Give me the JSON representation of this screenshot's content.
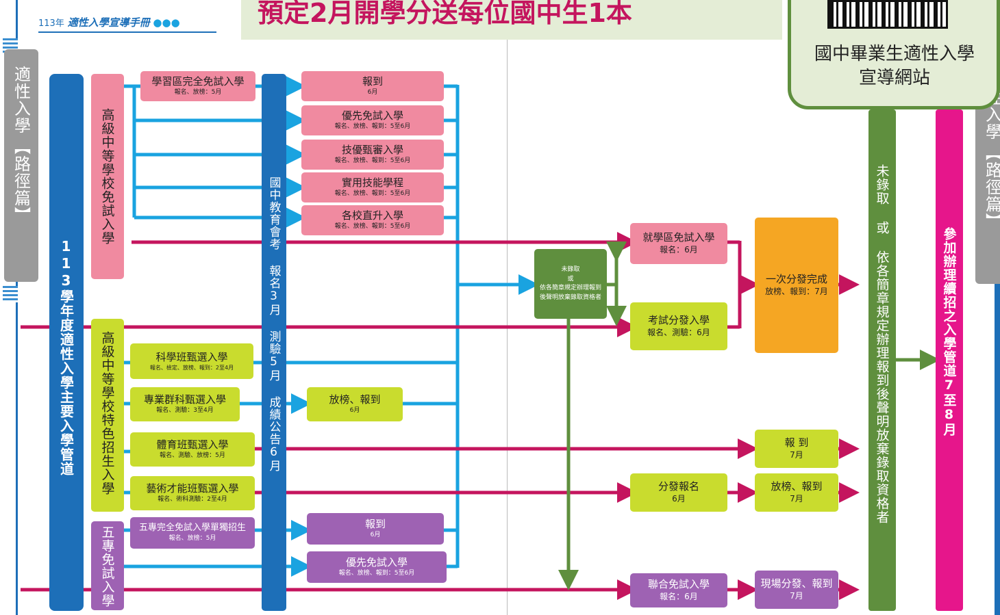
{
  "handbook": {
    "year": "113年",
    "title": "適性入學宣導手冊"
  },
  "headline": "預定2月開學分送每位國中生1本",
  "website": {
    "line1": "國中畢業生適性入學",
    "line2": "宣導網站"
  },
  "left_tab": {
    "line1": "適性入學",
    "line2": "【路徑篇】"
  },
  "right_tab": {
    "line1": "性入學",
    "line2": "【路徑篇】"
  },
  "main_title": "113學年度適性入學主要入學管道",
  "groups": {
    "exempt": "高級中等學校免試入學",
    "special": "高級中等學校特色招生入學",
    "junior_college": "五專免試入學"
  },
  "exam": "國中教育會考 報名3月 測驗5月 成績公告6月",
  "column1": {
    "learning_area_exempt": {
      "title": "學習區完全免試入學",
      "sub": "報名、放榜：5月"
    },
    "science_class": {
      "title": "科學班甄選入學",
      "sub": "報名、檢定、放榜、報到：2至4月"
    },
    "vocational": {
      "title": "專業群科甄選入學",
      "sub": "報名、測驗：3至4月"
    },
    "sports_class": {
      "title": "體育班甄選入學",
      "sub": "報名、測驗、放榜：5月"
    },
    "arts_class": {
      "title": "藝術才能班甄選入學",
      "sub": "報名、術科測驗：2至4月"
    },
    "jc_full_exempt": {
      "title": "五專完全免試入學單獨招生",
      "sub": "報名、放榜：5月"
    }
  },
  "column2": {
    "register": {
      "title": "報到",
      "sub": "6月"
    },
    "priority": {
      "title": "優先免試入學",
      "sub": "報名、放榜、報到：5至6月"
    },
    "skill_excellence": {
      "title": "技優甄審入學",
      "sub": "報名、放榜、報到：5至6月"
    },
    "practical_skill": {
      "title": "實用技能學程",
      "sub": "報名、放榜、報到：5至6月"
    },
    "direct_promotion": {
      "title": "各校直升入學",
      "sub": "報名、放榜、報到：5至6月"
    },
    "vocational_result": {
      "title": "放榜、報到",
      "sub": "6月"
    },
    "jc_register": {
      "title": "報到",
      "sub": "6月"
    },
    "jc_priority": {
      "title": "優先免試入學",
      "sub": "報名、放榜、報到：5至6月"
    }
  },
  "not_admitted": {
    "l1": "未錄取",
    "l2": "或",
    "l3": "依各簡章規定辦理報到",
    "l4": "後聲明放棄錄取資格者"
  },
  "column3": {
    "district_exempt": {
      "title": "就學區免試入學",
      "sub": "報名：6月"
    },
    "exam_allocation": {
      "title": "考試分發入學",
      "sub": "報名、測驗：6月"
    },
    "allocation_signup": {
      "title": "分發報名",
      "sub": "6月"
    },
    "jc_joint_exempt": {
      "title": "聯合免試入學",
      "sub": "報名：6月"
    }
  },
  "column4": {
    "one_time_allocation": {
      "title": "一次分發完成",
      "sub": "放榜、報到：7月"
    },
    "sports_register": {
      "title": "報 到",
      "sub": "7月"
    },
    "arts_result": {
      "title": "放榜、報到",
      "sub": "7月"
    },
    "jc_onsite": {
      "title": "現場分發、報到",
      "sub": "7月"
    }
  },
  "green_bar": "未錄取 或 依各簡章規定辦理報到後聲明放棄錄取資格者",
  "magenta_bar": "參加辦理續招之入學管道7至8月",
  "colors": {
    "blue": "#1aa3e0",
    "dark_blue": "#1d6fb8",
    "crimson": "#c4155e",
    "green": "#5f8f3e",
    "magenta": "#e6168b",
    "pink": "#f08aa0",
    "lime": "#c9dc2e",
    "purple": "#9e62b3",
    "orange": "#f5a623"
  }
}
